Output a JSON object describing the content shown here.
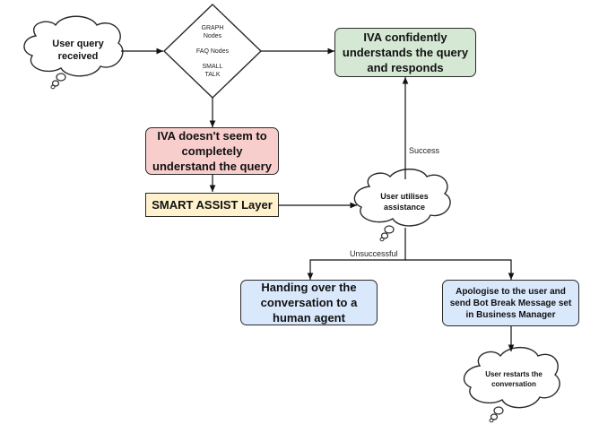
{
  "nodes": {
    "user_query": "User query received",
    "decision": {
      "line1": "GRAPH Nodes",
      "line2": "FAQ Nodes",
      "line3": "SMALL TALK"
    },
    "iva_confident": "IVA confidently understands the query and responds",
    "iva_not_understand": "IVA doesn't seem to completely understand the query",
    "smart_assist": "SMART ASSIST Layer",
    "user_assistance": "User utilises assistance",
    "handover": "Handing over the conversation to a human agent",
    "apologise": "Apologise to the user and send Bot Break Message set in Business Manager",
    "user_restarts": "User restarts the conversation"
  },
  "edges": {
    "success": "Success",
    "unsuccessful": "Unsuccessful"
  },
  "colors": {
    "green": "#d5e8d4",
    "red": "#f8cecc",
    "yellow": "#fff2cc",
    "blue": "#dae8fc",
    "stroke": "#2a2a2a"
  }
}
